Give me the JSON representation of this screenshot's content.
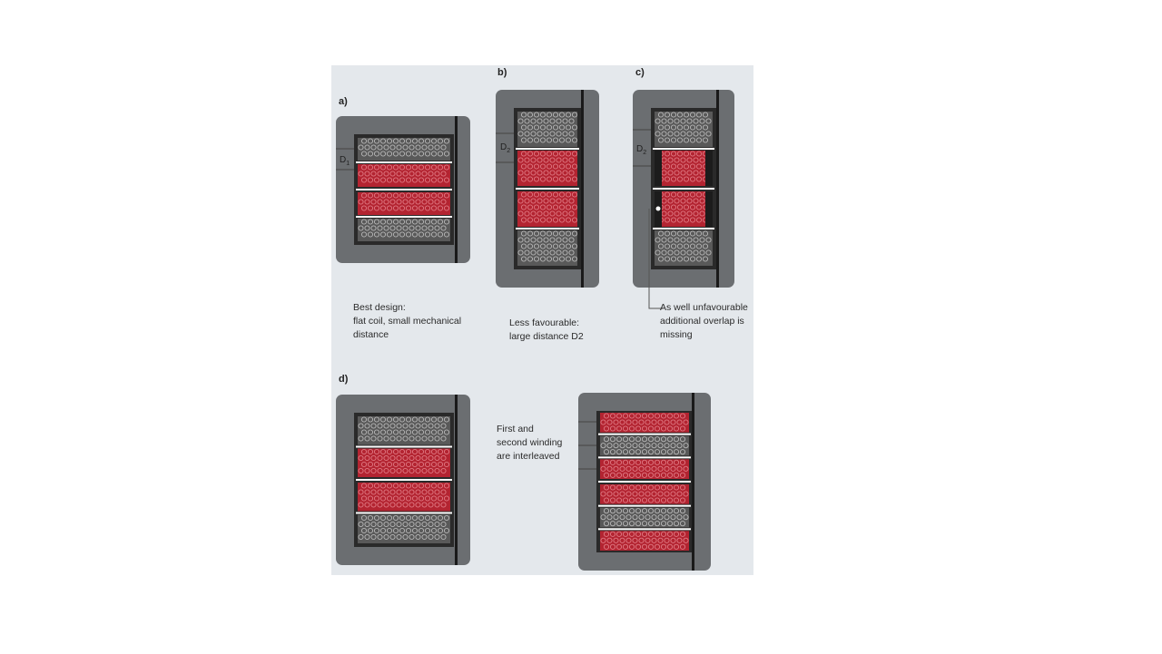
{
  "colors": {
    "background": "#e4e8ec",
    "core": "#6b6e71",
    "winding_gray": "#595959",
    "winding_red": "#b32431",
    "insulation": "#ffffff",
    "bar": "#1a1a1a"
  },
  "labels": {
    "a": "a)",
    "b": "b)",
    "c": "c)",
    "d": "d)"
  },
  "distance": {
    "d1": "D",
    "d1_sub": "1",
    "d2": "D",
    "d2_sub": "2"
  },
  "captions": {
    "a": [
      "Best design:",
      "flat coil, small mechanical",
      "distance"
    ],
    "b": [
      "Less favourable:",
      "large distance D2"
    ],
    "c": [
      "As well unfavourable",
      "additional overlap is",
      "missing"
    ],
    "interleaved": [
      "First and",
      "second winding",
      "are interleaved"
    ]
  },
  "diagrams": {
    "a": {
      "layers": [
        "gray",
        "red",
        "red",
        "gray"
      ]
    },
    "b": {
      "layers": [
        "gray",
        "red",
        "red",
        "gray"
      ]
    },
    "c": {
      "layers": [
        "gray",
        "red",
        "red",
        "gray"
      ]
    },
    "d": {
      "layers": [
        "gray",
        "red",
        "red",
        "gray"
      ]
    },
    "e": {
      "layers": [
        "red",
        "gray",
        "red",
        "red",
        "gray",
        "red"
      ]
    }
  }
}
